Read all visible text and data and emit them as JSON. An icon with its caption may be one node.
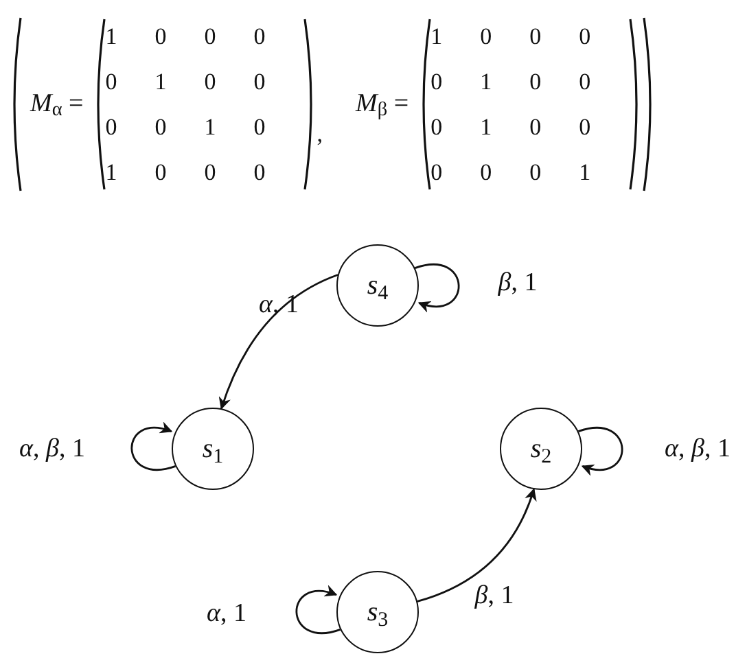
{
  "diagram": {
    "nodes": [
      {
        "text": [
          "*s*$_{4}$"
        ]
      },
      {
        "text": [
          "*s*$_{1}$"
        ]
      },
      {
        "text": [
          "*s*$_{2}$"
        ]
      },
      {
        "text": [
          "*s*$_{3}$"
        ]
      }
    ],
    "edges": [
      {
        "from": 0,
        "to": 1,
        "arrow": "to",
        "label": "*α*, 1"
      },
      {
        "from": 0,
        "to": 0,
        "arrow": "to",
        "label": "*β*, 1"
      },
      {
        "from": 1,
        "to": 1,
        "arrow": "to",
        "label": "*α*, *β*, 1"
      },
      {
        "from": 2,
        "to": 2,
        "arrow": "to",
        "label": "*α*, *β*, 1"
      },
      {
        "from": 3,
        "to": 3,
        "arrow": "to",
        "label": "*α*, 1"
      },
      {
        "from": 3,
        "to": 2,
        "arrow": "to",
        "label": "*β*, 1"
      }
    ],
    "labels": [
      "*M*$_{α}$ =",
      "1",
      "0",
      "0",
      "0",
      "0",
      "1",
      "0",
      "0",
      "0",
      "0",
      "1",
      "0",
      "1",
      "0",
      "0",
      "0",
      ",",
      "*M*$_{β}$ =",
      "1",
      "0",
      "0",
      "0",
      "0",
      "1",
      "0",
      "0",
      "0",
      "1",
      "0",
      "0",
      "0",
      "0",
      "0",
      "1"
    ]
  }
}
